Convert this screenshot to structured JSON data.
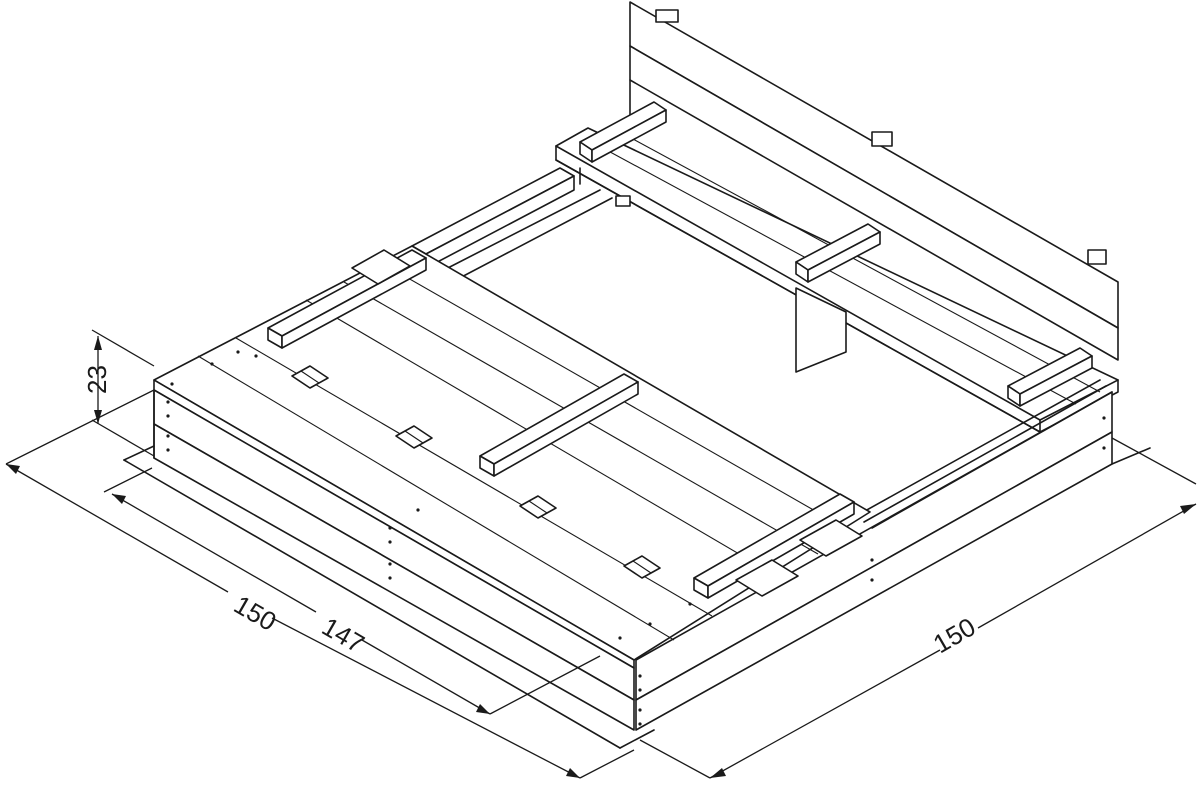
{
  "dimensions": {
    "height_label": "23",
    "front_outer_label": "150",
    "front_inner_label": "147",
    "side_label": "150"
  }
}
